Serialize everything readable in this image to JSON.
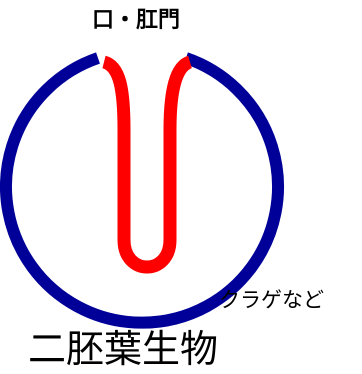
{
  "labels": {
    "mouth_anus": "口・肛門",
    "example": "クラゲなど",
    "caption": "二胚葉生物"
  },
  "colors": {
    "ectoderm": "#000099",
    "endoderm": "#ff0000",
    "text": "#000000",
    "background": "#ffffff"
  }
}
